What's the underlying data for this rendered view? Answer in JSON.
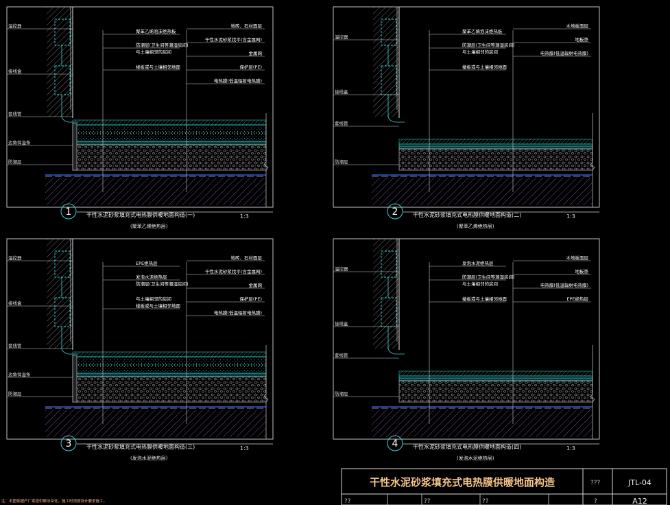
{
  "details": [
    {
      "number": "1",
      "caption": "干性水泥砂浆填充式电热膜供暖地面构造(一)",
      "subtitle": "(聚苯乙烯绝热层)",
      "scale": "1:3",
      "left_labels": [
        "温控器",
        "接线盒",
        "套线管",
        "边角保温条",
        "防潮层"
      ],
      "mid_labels": [
        "聚苯乙烯泡沫绝热板",
        "防潮层(卫生间等潮湿房间)",
        "与土壤相邻的房间",
        "楼板或与土壤相邻地面"
      ],
      "right_labels": [
        "地砖、石材面层",
        "干性水泥砂浆找平(含金属网)",
        "金属网",
        "保护层(PE)",
        "电热膜(低温辐射电热膜)"
      ]
    },
    {
      "number": "2",
      "caption": "干性水泥砂浆填充式电热膜供暖地面构造(二)",
      "subtitle": "(聚苯乙烯绝热层)",
      "scale": "1:3",
      "left_labels": [
        "温控器",
        "接线盒",
        "套线管",
        "防潮层"
      ],
      "mid_labels": [
        "聚苯乙烯泡沫绝热板",
        "防潮层(卫生间等潮湿房间)",
        "与土壤相邻的房间",
        "楼板或与土壤相邻地面"
      ],
      "right_labels": [
        "木地板面层",
        "地板垫",
        "电热膜(低温辐射电热膜)"
      ]
    },
    {
      "number": "3",
      "caption": "干性水泥砂浆填充式电热膜供暖地面构造(三)",
      "subtitle": "(发泡水泥绝热层)",
      "scale": "1:3",
      "left_labels": [
        "温控器",
        "接线盒",
        "套线管",
        "边角保温条",
        "防潮层"
      ],
      "mid_labels": [
        "EPE绝热层",
        "发泡水泥绝热层",
        "防潮层(卫生间等潮湿房间)",
        "与土壤相邻的房间",
        "楼板或与土壤相邻地面"
      ],
      "right_labels": [
        "地砖、石材面层",
        "干性水泥砂浆找平(含金属网)",
        "金属网",
        "保护层(PE)",
        "电热膜(低温辐射电热膜)"
      ]
    },
    {
      "number": "4",
      "caption": "干性水泥砂浆填充式电热膜供暖地面构造(四)",
      "subtitle": "(发泡水泥绝热层)",
      "scale": "1:3",
      "left_labels": [
        "温控器",
        "接线盒",
        "套线管",
        "防潮层"
      ],
      "mid_labels": [
        "发泡水泥绝热层",
        "防潮层(卫生间等潮湿房间)",
        "与土壤相邻的房间",
        "楼板或与土壤相邻地面"
      ],
      "right_labels": [
        "木地板面层",
        "地板垫",
        "电热膜(低温辐射电热膜)",
        "EPE绝热层"
      ]
    }
  ],
  "title_block": {
    "title": "干性水泥砂浆填充式电热膜供暖地面构造",
    "code_label": "???",
    "code": "JTL-04",
    "page": "A12",
    "bottom_cells": [
      "??",
      "??",
      "??",
      "?"
    ]
  },
  "note": "注：本图依据产厂家提供做法深化，施工时须按设计要求施工。",
  "colors": {
    "background": "#000000",
    "frame": "#d8d8d8",
    "cyan": "#35d6d6",
    "teal": "#2aa79a",
    "wall_hatch": "#a0a0a0",
    "soil": "#c080ff",
    "title": "#f4c48a"
  }
}
